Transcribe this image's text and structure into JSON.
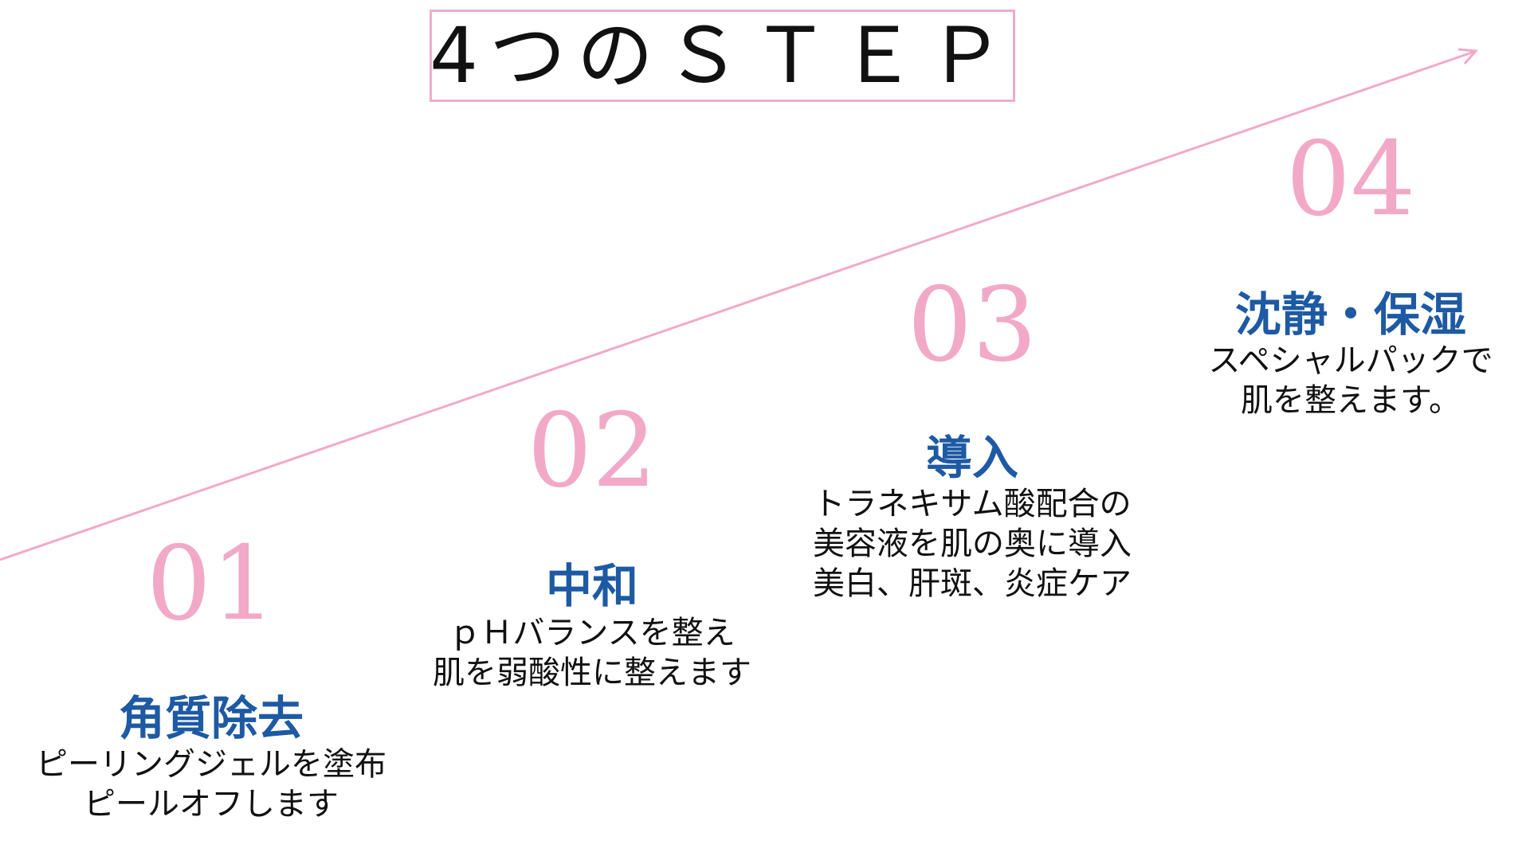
{
  "title": "4つのＳＴＥＰ",
  "colors": {
    "accent_pink": "#f2a9c8",
    "title_border": "#eeaccc",
    "heading_blue": "#1e5aa3",
    "text": "#111111"
  },
  "steps": [
    {
      "number": "01",
      "heading": "角質除去",
      "lines": [
        "ピーリングジェルを塗布",
        "ピールオフします"
      ]
    },
    {
      "number": "02",
      "heading": "中和",
      "lines": [
        "ｐＨバランスを整え",
        "肌を弱酸性に整えます"
      ]
    },
    {
      "number": "03",
      "heading": "導入",
      "lines": [
        "トラネキサム酸配合の",
        "美容液を肌の奥に導入",
        "美白、肝斑、炎症ケア"
      ]
    },
    {
      "number": "04",
      "heading": "沈静・保湿",
      "lines": [
        "スペシャルパックで",
        "肌を整えます。"
      ]
    }
  ]
}
